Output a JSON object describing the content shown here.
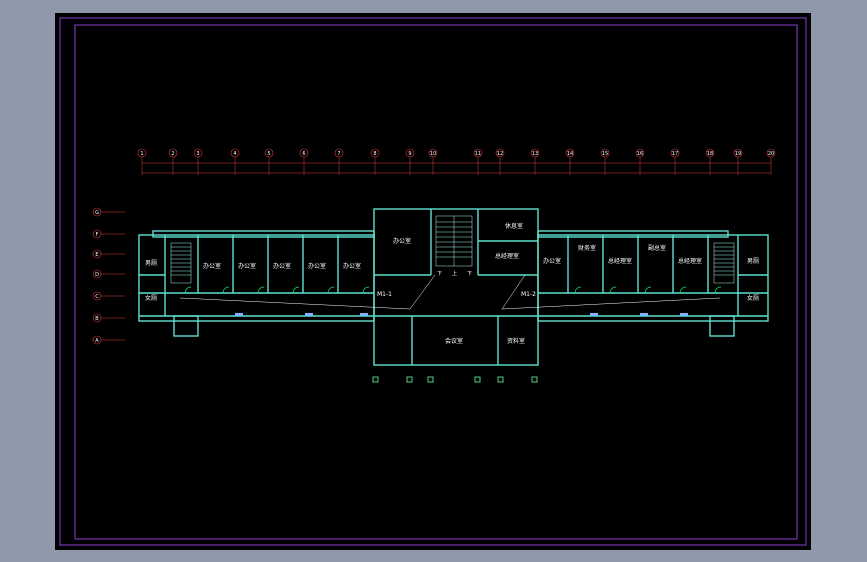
{
  "colors": {
    "background": "#000000",
    "outer_frame": "#8b3fd6",
    "wall": "#5fe0d0",
    "wall_fill": "#9ff5e6",
    "door": "#00ff66",
    "window": "#7ab6ff",
    "dimension": "#e03c3c",
    "text": "#ffffff",
    "column": "#4fd08a"
  },
  "axis_numbers": [
    "1",
    "2",
    "3",
    "4",
    "5",
    "6",
    "7",
    "8",
    "9",
    "10",
    "11",
    "12",
    "13",
    "14",
    "15",
    "16",
    "17",
    "18",
    "19",
    "20"
  ],
  "row_letters": [
    "G",
    "F",
    "E",
    "D",
    "C",
    "B",
    "A"
  ],
  "rooms": {
    "left_wing": [
      "男厕",
      "女厕",
      "办公室",
      "办公室",
      "办公室",
      "办公室",
      "办公室"
    ],
    "center_left_office": "办公室",
    "center_north": "休息室",
    "center_right": "总经理室",
    "center_south": "会议室",
    "center_south_right": "资料室",
    "right_wing": [
      "办公室",
      "财务室",
      "总经理室",
      "副总室",
      "总经理室"
    ],
    "right_end": [
      "男厕",
      "女厕"
    ]
  },
  "stairs": {
    "down": "下",
    "up": "上"
  },
  "doors": {
    "left": "M1-1",
    "right": "M1-2"
  }
}
